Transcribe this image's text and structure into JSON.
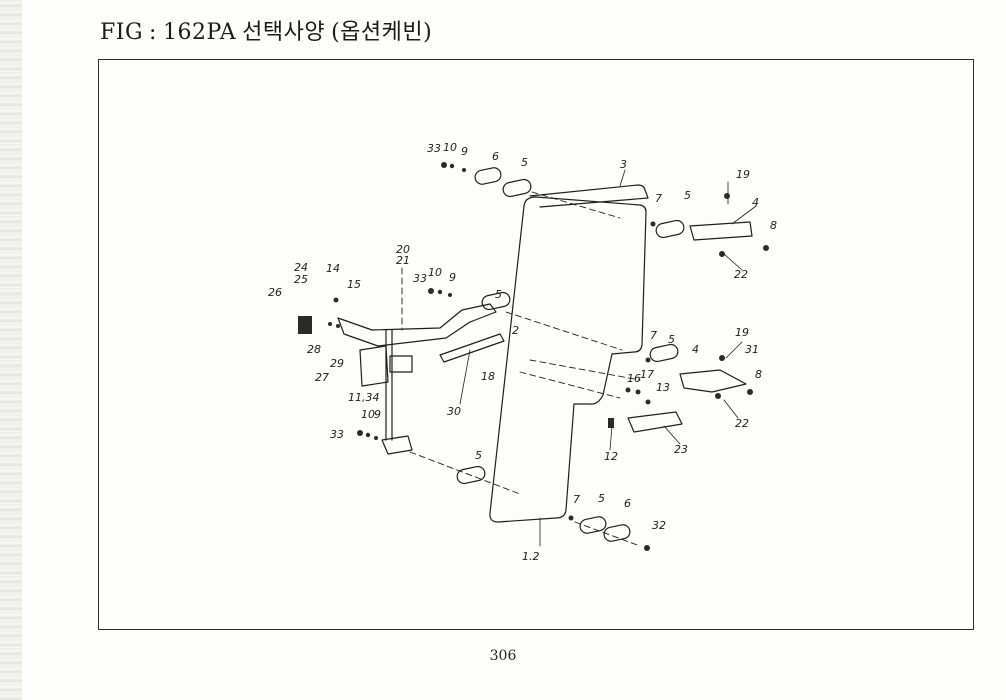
{
  "figure": {
    "prefix": "FIG",
    "separator": ":",
    "number": "162PA",
    "title_kr": "선택사양",
    "subtitle_kr": "(옵션케빈)"
  },
  "page_number": "306",
  "callouts": {
    "c33a": "33",
    "c10a": "10",
    "c9a": "9",
    "c6a": "6",
    "c5a": "5",
    "c3": "3",
    "c7a": "7",
    "c5b": "5",
    "c19a": "19",
    "c4a": "4",
    "c8a": "8",
    "c22a": "22",
    "c20": "20",
    "c21": "21",
    "c24": "24",
    "c25": "25",
    "c26": "26",
    "c14": "14",
    "c15": "15",
    "c33b": "33",
    "c10b": "10",
    "c9b": "9",
    "c5c": "5",
    "c2": "2",
    "c28": "28",
    "c27": "27",
    "c29": "29",
    "c1134": "11,34",
    "c30": "30",
    "c18": "18",
    "c7b": "7",
    "c5d": "5",
    "c4b": "4",
    "c19b": "19",
    "c31": "31",
    "c8b": "8",
    "c22b": "22",
    "c16": "16",
    "c17": "17",
    "c13": "13",
    "c23": "23",
    "c12": "12",
    "c33c": "33",
    "c10c": "10",
    "c9c": "9",
    "c5e": "5",
    "c7c": "7",
    "c5f": "5",
    "c6b": "6",
    "c32": "32",
    "c12b": "1.2"
  }
}
